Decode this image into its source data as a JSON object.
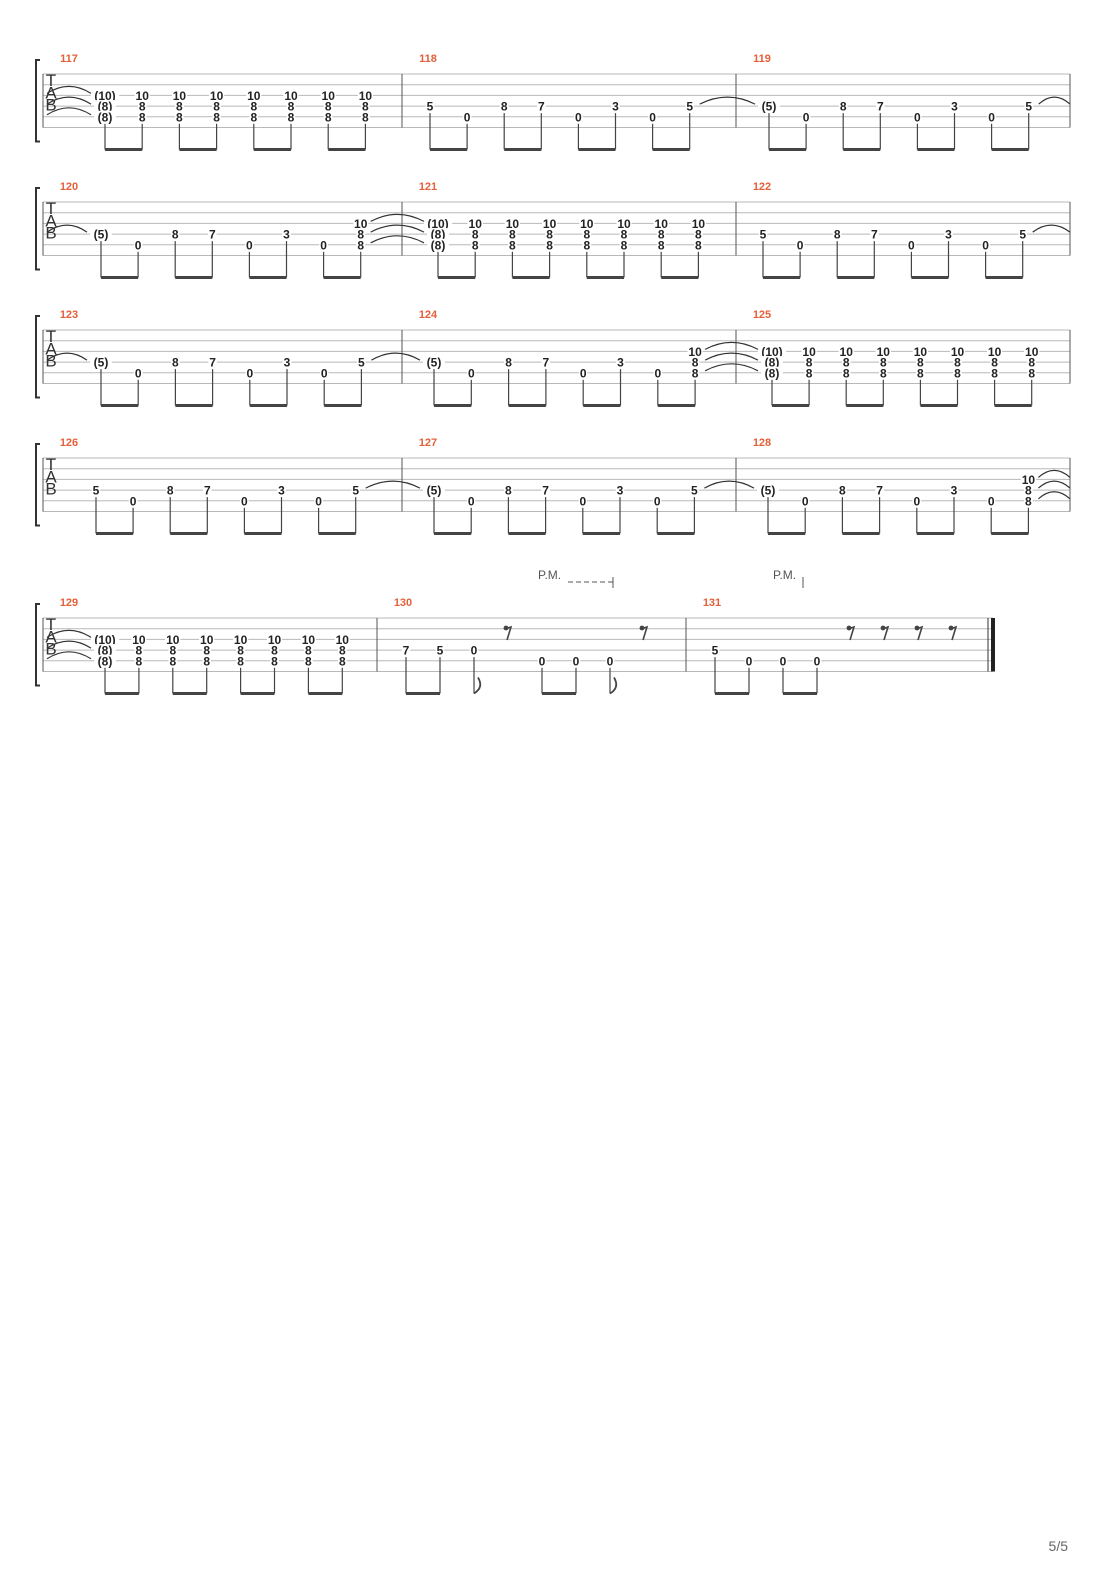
{
  "page": {
    "clef_letters": [
      "T",
      "A",
      "B"
    ],
    "page_number": "5/5"
  },
  "systems": [
    {
      "measures": [
        {
          "number": "117",
          "notes": [
            {
              "t": 0,
              "s": 3,
              "f": "(10)"
            },
            {
              "t": 0,
              "s": 4,
              "f": "(8)"
            },
            {
              "t": 0,
              "s": 5,
              "f": "(8)"
            },
            {
              "t": 1,
              "s": 3,
              "f": "10"
            },
            {
              "t": 1,
              "s": 4,
              "f": "8"
            },
            {
              "t": 1,
              "s": 5,
              "f": "8"
            },
            {
              "t": 2,
              "s": 3,
              "f": "10"
            },
            {
              "t": 2,
              "s": 4,
              "f": "8"
            },
            {
              "t": 2,
              "s": 5,
              "f": "8"
            },
            {
              "t": 3,
              "s": 3,
              "f": "10"
            },
            {
              "t": 3,
              "s": 4,
              "f": "8"
            },
            {
              "t": 3,
              "s": 5,
              "f": "8"
            },
            {
              "t": 4,
              "s": 3,
              "f": "10"
            },
            {
              "t": 4,
              "s": 4,
              "f": "8"
            },
            {
              "t": 4,
              "s": 5,
              "f": "8"
            },
            {
              "t": 5,
              "s": 3,
              "f": "10"
            },
            {
              "t": 5,
              "s": 4,
              "f": "8"
            },
            {
              "t": 5,
              "s": 5,
              "f": "8"
            },
            {
              "t": 6,
              "s": 3,
              "f": "10"
            },
            {
              "t": 6,
              "s": 4,
              "f": "8"
            },
            {
              "t": 6,
              "s": 5,
              "f": "8"
            },
            {
              "t": 7,
              "s": 3,
              "f": "10"
            },
            {
              "t": 7,
              "s": 4,
              "f": "8"
            },
            {
              "t": 7,
              "s": 5,
              "f": "8"
            }
          ]
        },
        {
          "number": "118",
          "notes": [
            {
              "t": 0,
              "s": 4,
              "f": "5"
            },
            {
              "t": 1,
              "s": 5,
              "f": "0"
            },
            {
              "t": 2,
              "s": 4,
              "f": "8"
            },
            {
              "t": 3,
              "s": 4,
              "f": "7"
            },
            {
              "t": 4,
              "s": 5,
              "f": "0"
            },
            {
              "t": 5,
              "s": 4,
              "f": "3"
            },
            {
              "t": 6,
              "s": 5,
              "f": "0"
            },
            {
              "t": 7,
              "s": 4,
              "f": "5"
            }
          ]
        },
        {
          "number": "119",
          "notes": [
            {
              "t": 0,
              "s": 4,
              "f": "(5)"
            },
            {
              "t": 1,
              "s": 5,
              "f": "0"
            },
            {
              "t": 2,
              "s": 4,
              "f": "8"
            },
            {
              "t": 3,
              "s": 4,
              "f": "7"
            },
            {
              "t": 4,
              "s": 5,
              "f": "0"
            },
            {
              "t": 5,
              "s": 4,
              "f": "3"
            },
            {
              "t": 6,
              "s": 5,
              "f": "0"
            },
            {
              "t": 7,
              "s": 4,
              "f": "5"
            }
          ]
        }
      ]
    },
    {
      "measures": [
        {
          "number": "120",
          "notes": [
            {
              "t": 0,
              "s": 4,
              "f": "(5)"
            },
            {
              "t": 1,
              "s": 5,
              "f": "0"
            },
            {
              "t": 2,
              "s": 4,
              "f": "8"
            },
            {
              "t": 3,
              "s": 4,
              "f": "7"
            },
            {
              "t": 4,
              "s": 5,
              "f": "0"
            },
            {
              "t": 5,
              "s": 4,
              "f": "3"
            },
            {
              "t": 6,
              "s": 5,
              "f": "0"
            },
            {
              "t": 7,
              "s": 3,
              "f": "10"
            },
            {
              "t": 7,
              "s": 4,
              "f": "8"
            },
            {
              "t": 7,
              "s": 5,
              "f": "8"
            }
          ]
        },
        {
          "number": "121",
          "notes": [
            {
              "t": 0,
              "s": 3,
              "f": "(10)"
            },
            {
              "t": 0,
              "s": 4,
              "f": "(8)"
            },
            {
              "t": 0,
              "s": 5,
              "f": "(8)"
            },
            {
              "t": 1,
              "s": 3,
              "f": "10"
            },
            {
              "t": 1,
              "s": 4,
              "f": "8"
            },
            {
              "t": 1,
              "s": 5,
              "f": "8"
            },
            {
              "t": 2,
              "s": 3,
              "f": "10"
            },
            {
              "t": 2,
              "s": 4,
              "f": "8"
            },
            {
              "t": 2,
              "s": 5,
              "f": "8"
            },
            {
              "t": 3,
              "s": 3,
              "f": "10"
            },
            {
              "t": 3,
              "s": 4,
              "f": "8"
            },
            {
              "t": 3,
              "s": 5,
              "f": "8"
            },
            {
              "t": 4,
              "s": 3,
              "f": "10"
            },
            {
              "t": 4,
              "s": 4,
              "f": "8"
            },
            {
              "t": 4,
              "s": 5,
              "f": "8"
            },
            {
              "t": 5,
              "s": 3,
              "f": "10"
            },
            {
              "t": 5,
              "s": 4,
              "f": "8"
            },
            {
              "t": 5,
              "s": 5,
              "f": "8"
            },
            {
              "t": 6,
              "s": 3,
              "f": "10"
            },
            {
              "t": 6,
              "s": 4,
              "f": "8"
            },
            {
              "t": 6,
              "s": 5,
              "f": "8"
            },
            {
              "t": 7,
              "s": 3,
              "f": "10"
            },
            {
              "t": 7,
              "s": 4,
              "f": "8"
            },
            {
              "t": 7,
              "s": 5,
              "f": "8"
            }
          ]
        },
        {
          "number": "122",
          "notes": [
            {
              "t": 0,
              "s": 4,
              "f": "5"
            },
            {
              "t": 1,
              "s": 5,
              "f": "0"
            },
            {
              "t": 2,
              "s": 4,
              "f": "8"
            },
            {
              "t": 3,
              "s": 4,
              "f": "7"
            },
            {
              "t": 4,
              "s": 5,
              "f": "0"
            },
            {
              "t": 5,
              "s": 4,
              "f": "3"
            },
            {
              "t": 6,
              "s": 5,
              "f": "0"
            },
            {
              "t": 7,
              "s": 4,
              "f": "5"
            }
          ]
        }
      ]
    },
    {
      "measures": [
        {
          "number": "123",
          "notes": [
            {
              "t": 0,
              "s": 4,
              "f": "(5)"
            },
            {
              "t": 1,
              "s": 5,
              "f": "0"
            },
            {
              "t": 2,
              "s": 4,
              "f": "8"
            },
            {
              "t": 3,
              "s": 4,
              "f": "7"
            },
            {
              "t": 4,
              "s": 5,
              "f": "0"
            },
            {
              "t": 5,
              "s": 4,
              "f": "3"
            },
            {
              "t": 6,
              "s": 5,
              "f": "0"
            },
            {
              "t": 7,
              "s": 4,
              "f": "5"
            }
          ]
        },
        {
          "number": "124",
          "notes": [
            {
              "t": 0,
              "s": 4,
              "f": "(5)"
            },
            {
              "t": 1,
              "s": 5,
              "f": "0"
            },
            {
              "t": 2,
              "s": 4,
              "f": "8"
            },
            {
              "t": 3,
              "s": 4,
              "f": "7"
            },
            {
              "t": 4,
              "s": 5,
              "f": "0"
            },
            {
              "t": 5,
              "s": 4,
              "f": "3"
            },
            {
              "t": 6,
              "s": 5,
              "f": "0"
            },
            {
              "t": 7,
              "s": 3,
              "f": "10"
            },
            {
              "t": 7,
              "s": 4,
              "f": "8"
            },
            {
              "t": 7,
              "s": 5,
              "f": "8"
            }
          ]
        },
        {
          "number": "125",
          "notes": [
            {
              "t": 0,
              "s": 3,
              "f": "(10)"
            },
            {
              "t": 0,
              "s": 4,
              "f": "(8)"
            },
            {
              "t": 0,
              "s": 5,
              "f": "(8)"
            },
            {
              "t": 1,
              "s": 3,
              "f": "10"
            },
            {
              "t": 1,
              "s": 4,
              "f": "8"
            },
            {
              "t": 1,
              "s": 5,
              "f": "8"
            },
            {
              "t": 2,
              "s": 3,
              "f": "10"
            },
            {
              "t": 2,
              "s": 4,
              "f": "8"
            },
            {
              "t": 2,
              "s": 5,
              "f": "8"
            },
            {
              "t": 3,
              "s": 3,
              "f": "10"
            },
            {
              "t": 3,
              "s": 4,
              "f": "8"
            },
            {
              "t": 3,
              "s": 5,
              "f": "8"
            },
            {
              "t": 4,
              "s": 3,
              "f": "10"
            },
            {
              "t": 4,
              "s": 4,
              "f": "8"
            },
            {
              "t": 4,
              "s": 5,
              "f": "8"
            },
            {
              "t": 5,
              "s": 3,
              "f": "10"
            },
            {
              "t": 5,
              "s": 4,
              "f": "8"
            },
            {
              "t": 5,
              "s": 5,
              "f": "8"
            },
            {
              "t": 6,
              "s": 3,
              "f": "10"
            },
            {
              "t": 6,
              "s": 4,
              "f": "8"
            },
            {
              "t": 6,
              "s": 5,
              "f": "8"
            },
            {
              "t": 7,
              "s": 3,
              "f": "10"
            },
            {
              "t": 7,
              "s": 4,
              "f": "8"
            },
            {
              "t": 7,
              "s": 5,
              "f": "8"
            }
          ]
        }
      ]
    },
    {
      "measures": [
        {
          "number": "126",
          "notes": [
            {
              "t": 0,
              "s": 4,
              "f": "5"
            },
            {
              "t": 1,
              "s": 5,
              "f": "0"
            },
            {
              "t": 2,
              "s": 4,
              "f": "8"
            },
            {
              "t": 3,
              "s": 4,
              "f": "7"
            },
            {
              "t": 4,
              "s": 5,
              "f": "0"
            },
            {
              "t": 5,
              "s": 4,
              "f": "3"
            },
            {
              "t": 6,
              "s": 5,
              "f": "0"
            },
            {
              "t": 7,
              "s": 4,
              "f": "5"
            }
          ]
        },
        {
          "number": "127",
          "notes": [
            {
              "t": 0,
              "s": 4,
              "f": "(5)"
            },
            {
              "t": 1,
              "s": 5,
              "f": "0"
            },
            {
              "t": 2,
              "s": 4,
              "f": "8"
            },
            {
              "t": 3,
              "s": 4,
              "f": "7"
            },
            {
              "t": 4,
              "s": 5,
              "f": "0"
            },
            {
              "t": 5,
              "s": 4,
              "f": "3"
            },
            {
              "t": 6,
              "s": 5,
              "f": "0"
            },
            {
              "t": 7,
              "s": 4,
              "f": "5"
            }
          ]
        },
        {
          "number": "128",
          "notes": [
            {
              "t": 0,
              "s": 4,
              "f": "(5)"
            },
            {
              "t": 1,
              "s": 5,
              "f": "0"
            },
            {
              "t": 2,
              "s": 4,
              "f": "8"
            },
            {
              "t": 3,
              "s": 4,
              "f": "7"
            },
            {
              "t": 4,
              "s": 5,
              "f": "0"
            },
            {
              "t": 5,
              "s": 4,
              "f": "3"
            },
            {
              "t": 6,
              "s": 5,
              "f": "0"
            },
            {
              "t": 7,
              "s": 3,
              "f": "10"
            },
            {
              "t": 7,
              "s": 4,
              "f": "8"
            },
            {
              "t": 7,
              "s": 5,
              "f": "8"
            }
          ]
        }
      ]
    },
    {
      "measures": [
        {
          "number": "129",
          "notes": [
            {
              "t": 0,
              "s": 3,
              "f": "(10)"
            },
            {
              "t": 0,
              "s": 4,
              "f": "(8)"
            },
            {
              "t": 0,
              "s": 5,
              "f": "(8)"
            },
            {
              "t": 1,
              "s": 3,
              "f": "10"
            },
            {
              "t": 1,
              "s": 4,
              "f": "8"
            },
            {
              "t": 1,
              "s": 5,
              "f": "8"
            },
            {
              "t": 2,
              "s": 3,
              "f": "10"
            },
            {
              "t": 2,
              "s": 4,
              "f": "8"
            },
            {
              "t": 2,
              "s": 5,
              "f": "8"
            },
            {
              "t": 3,
              "s": 3,
              "f": "10"
            },
            {
              "t": 3,
              "s": 4,
              "f": "8"
            },
            {
              "t": 3,
              "s": 5,
              "f": "8"
            },
            {
              "t": 4,
              "s": 3,
              "f": "10"
            },
            {
              "t": 4,
              "s": 4,
              "f": "8"
            },
            {
              "t": 4,
              "s": 5,
              "f": "8"
            },
            {
              "t": 5,
              "s": 3,
              "f": "10"
            },
            {
              "t": 5,
              "s": 4,
              "f": "8"
            },
            {
              "t": 5,
              "s": 5,
              "f": "8"
            },
            {
              "t": 6,
              "s": 3,
              "f": "10"
            },
            {
              "t": 6,
              "s": 4,
              "f": "8"
            },
            {
              "t": 6,
              "s": 5,
              "f": "8"
            },
            {
              "t": 7,
              "s": 3,
              "f": "10"
            },
            {
              "t": 7,
              "s": 4,
              "f": "8"
            },
            {
              "t": 7,
              "s": 5,
              "f": "8"
            }
          ]
        },
        {
          "number": "130",
          "palm_mute": "P.M.",
          "notes": [
            {
              "t": 0,
              "s": 4,
              "f": "7"
            },
            {
              "t": 1,
              "s": 4,
              "f": "5"
            },
            {
              "t": 2,
              "s": 4,
              "f": "0"
            },
            {
              "t": 4,
              "s": 5,
              "f": "0"
            },
            {
              "t": 5,
              "s": 5,
              "f": "0"
            },
            {
              "t": 6,
              "s": 5,
              "f": "0"
            }
          ]
        },
        {
          "number": "131",
          "palm_mute": "P.M.",
          "notes": [
            {
              "t": 0,
              "s": 4,
              "f": "5"
            },
            {
              "t": 1,
              "s": 5,
              "f": "0"
            },
            {
              "t": 2,
              "s": 5,
              "f": "0"
            },
            {
              "t": 3,
              "s": 5,
              "f": "0"
            }
          ]
        }
      ]
    }
  ]
}
